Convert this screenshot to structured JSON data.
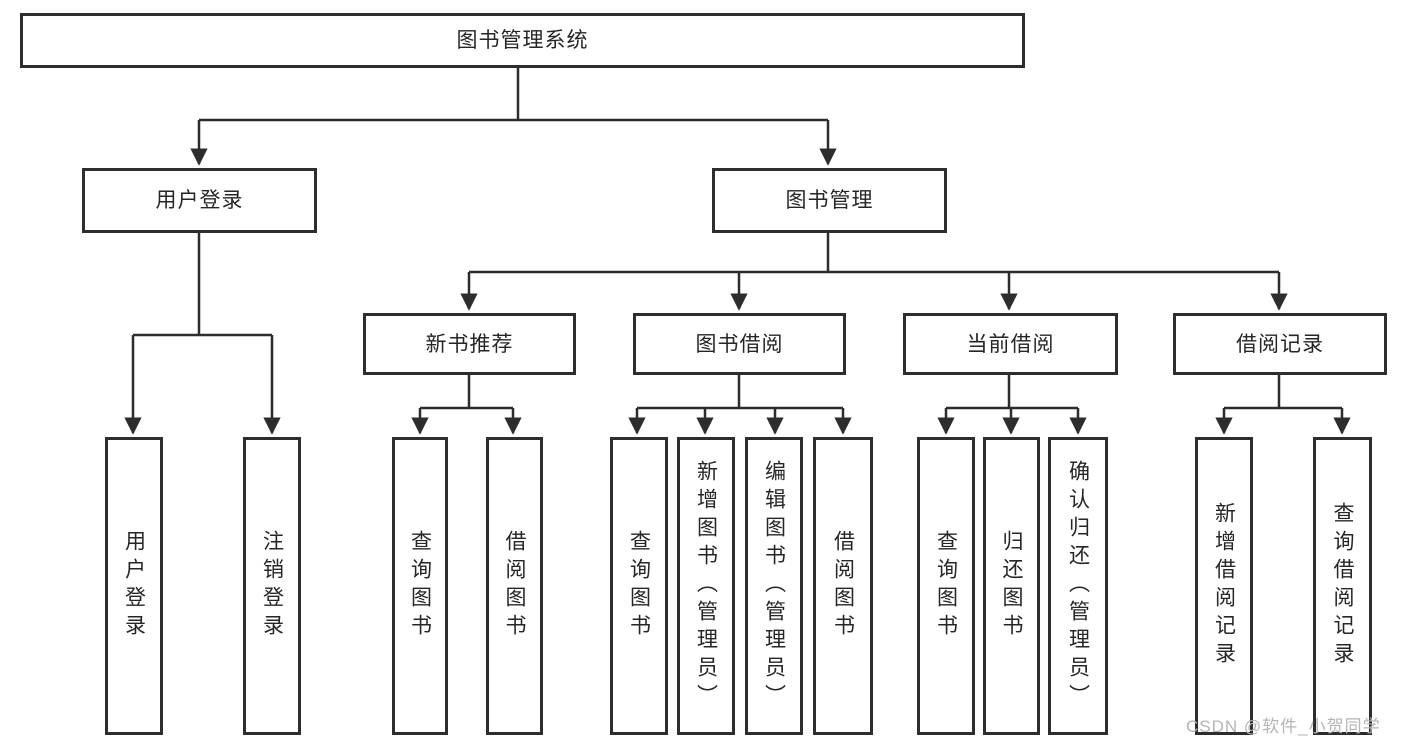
{
  "diagram": {
    "root": {
      "label": "图书管理系统"
    },
    "user_login": {
      "label": "用户登录",
      "children": [
        {
          "label": "用户登录"
        },
        {
          "label": "注销登录"
        }
      ]
    },
    "book_management": {
      "label": "图书管理",
      "sections": [
        {
          "label": "新书推荐",
          "children": [
            {
              "label": "查询图书"
            },
            {
              "label": "借阅图书"
            }
          ]
        },
        {
          "label": "图书借阅",
          "children": [
            {
              "label": "查询图书"
            },
            {
              "label": "新增图书（管理员）"
            },
            {
              "label": "编辑图书（管理员）"
            },
            {
              "label": "借阅图书"
            }
          ]
        },
        {
          "label": "当前借阅",
          "children": [
            {
              "label": "查询图书"
            },
            {
              "label": "归还图书"
            },
            {
              "label": "确认归还（管理员）"
            }
          ]
        },
        {
          "label": "借阅记录",
          "children": [
            {
              "label": "新增借阅记录"
            },
            {
              "label": "查询借阅记录"
            }
          ]
        }
      ]
    }
  },
  "watermark": "CSDN @软件_小贺同学",
  "colors": {
    "line": "#2d2d2d",
    "box_border": "#2d2d2d",
    "text": "#262626",
    "watermark": "#b5b5b5",
    "background": "#ffffff"
  }
}
